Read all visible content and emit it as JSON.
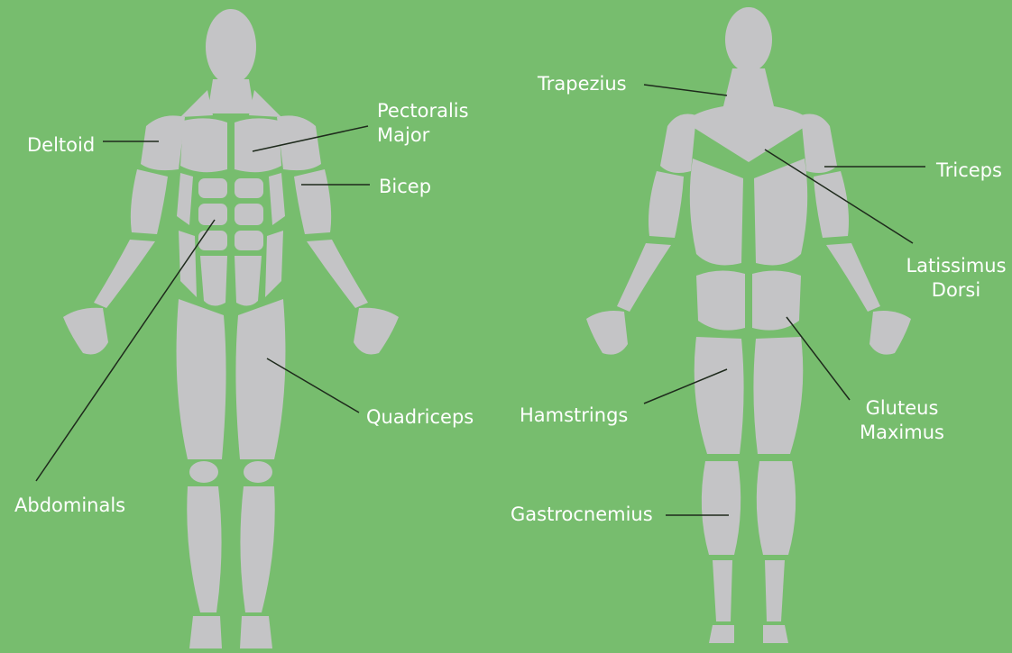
{
  "colors": {
    "background": "#77bd6e",
    "muscle": "#c4c4c6",
    "label_text": "#ffffff",
    "leader_line": "#1e2a1c"
  },
  "figures": {
    "front": {
      "view": "front"
    },
    "back": {
      "view": "back"
    }
  },
  "labels": {
    "deltoid": "Deltoid",
    "pectoralis": [
      "Pectoralis",
      "Major"
    ],
    "bicep": "Bicep",
    "abdominals": "Abdominals",
    "quadriceps": "Quadriceps",
    "trapezius": "Trapezius",
    "triceps": "Triceps",
    "latissimus": [
      "Latissimus",
      "Dorsi"
    ],
    "hamstrings": "Hamstrings",
    "gluteus": [
      "Gluteus",
      "Maximus"
    ],
    "gastrocnemius": "Gastrocnemius"
  }
}
